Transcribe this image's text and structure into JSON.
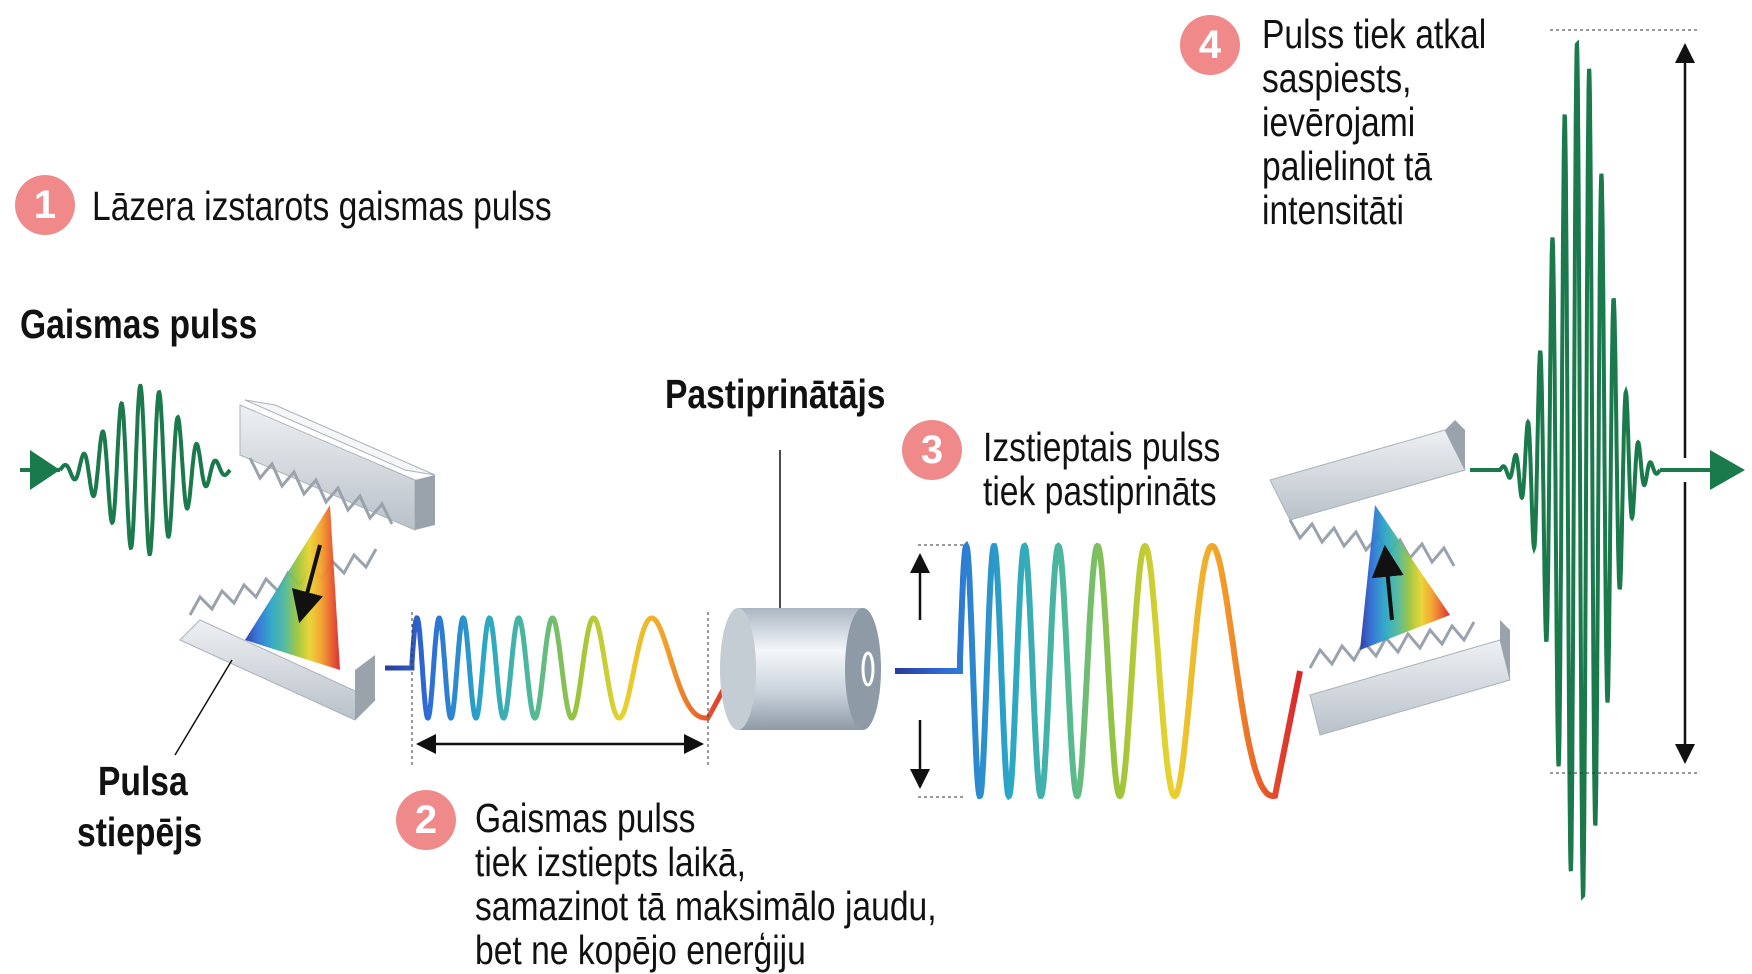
{
  "steps": [
    {
      "num": "1",
      "text": "Lāzera izstarots gaismas pulss"
    },
    {
      "num": "2",
      "lines": [
        "Gaismas pulss",
        "tiek izstiepts laikā,",
        "samazinot tā maksimālo jaudu,",
        "bet ne kopējo enerģiju"
      ]
    },
    {
      "num": "3",
      "lines": [
        "Izstieptais pulss",
        "tiek pastiprināts"
      ]
    },
    {
      "num": "4",
      "lines": [
        "Pulss tiek atkal",
        "saspiests,",
        "ievērojami",
        "palielinot tā",
        "intensitāti"
      ]
    }
  ],
  "labels": {
    "gaismas_pulss": "Gaismas pulss",
    "pastiprinatajs": "Pastiprinātājs",
    "stretcher": [
      "Pulsa",
      "stiepējs"
    ]
  },
  "colors": {
    "badge": "#f08a8a",
    "pulse_green": "#1a7a4c",
    "grating": "#d9dde2",
    "rainbow": [
      "#2b3a9c",
      "#2f6bd6",
      "#2aa6c6",
      "#4fb89a",
      "#9cc43b",
      "#e8d32e",
      "#f3a12a",
      "#e9622a",
      "#d9262b"
    ]
  }
}
